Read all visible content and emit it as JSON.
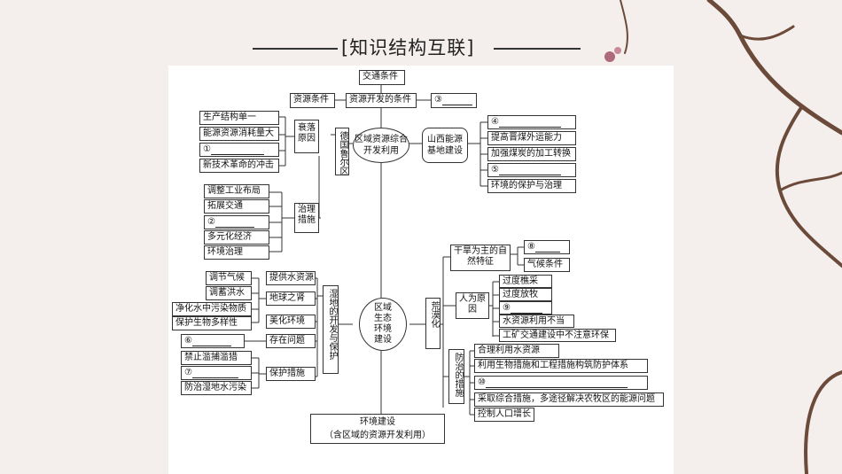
{
  "header": {
    "title": "[知识结构互联]"
  },
  "colors": {
    "background": "#f4efec",
    "map_bg": "#ffffff",
    "line": "#333333"
  },
  "map": {
    "top": {
      "traffic": "交通条件",
      "resource_cond": "资源条件",
      "dev_cond": "资源开发的条件",
      "blank3": "③"
    },
    "center_oval": "区域资源综合开发利用",
    "ruhr": {
      "label": "德国鲁尔区",
      "decline": "衰落原因",
      "decline_items": [
        "生产结构单一",
        "能源资源消耗量大",
        "①",
        "新技术革命的冲击"
      ],
      "govern": "治理措施",
      "govern_items": [
        "调整工业布局",
        "拓展交通",
        "②",
        "多元化经济",
        "环境治理"
      ]
    },
    "shanxi": {
      "label": "山西能源基地建设",
      "items": [
        "④",
        "提高晋煤外运能力",
        "加强煤炭的加工转换",
        "⑤",
        "环境的保护与治理"
      ]
    },
    "eco_oval": "区域生态环境建设",
    "desert": {
      "label": "荒漠化",
      "natural": "干旱为主的自然特征",
      "natural_items": [
        "⑧",
        "气候条件"
      ],
      "human": "人为原因",
      "human_items": [
        "过度樵采",
        "过度放牧",
        "⑨",
        "水资源利用不当",
        "工矿交通建设中不注意环保"
      ],
      "measures": "防治的措施",
      "measure_items": [
        "合理利用水资源",
        "利用生物措施和工程措施构筑防护体系",
        "⑩",
        "采取综合措施，多途径解决农牧区的能源问题",
        "控制人口增长"
      ]
    },
    "wetland": {
      "label": "湿地的开发与保护",
      "provide": "提供水资源",
      "kidney": "地球之肾",
      "beautify": "美化环境",
      "kidney_items": [
        "调节气候",
        "调蓄洪水",
        "净化水中污染物质",
        "保护生物多样性"
      ],
      "problems": "存在问题",
      "problem_items": [
        "⑥"
      ],
      "protect": "保护措施",
      "protect_items": [
        "禁止滥捕滥猎",
        "⑦",
        "防治湿地水污染"
      ]
    },
    "bottom": {
      "line1": "环境建设",
      "line2": "（含区域的资源开发利用）"
    }
  }
}
